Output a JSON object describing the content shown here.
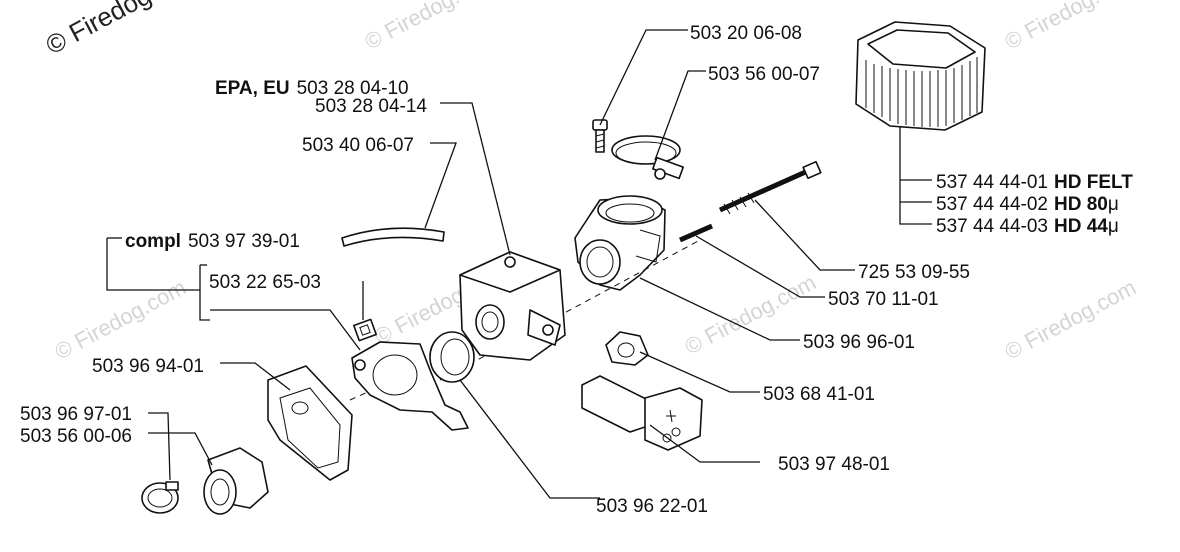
{
  "watermarks": {
    "main": "© Firedog",
    "faint": "© Firedog.com"
  },
  "labels": {
    "epa_prefix": "EPA, EU",
    "carb_a": "503 28 04-10",
    "carb_b": "503 28 04-14",
    "hose": "503 40 06-07",
    "compl_prefix": "compl",
    "compl_num": "503 97 39-01",
    "gasket": "503 22 65-03",
    "bracket": "503 96 94-01",
    "clamp_a": "503 96 97-01",
    "clamp_b": "503 56 00-06",
    "screw": "503 20 06-08",
    "band_clamp": "503 56 00-07",
    "filter_1_num": "537 44 44-01",
    "filter_1_type": "HD FELT",
    "filter_2_num": "537 44 44-02",
    "filter_2_type": "HD 80",
    "filter_3_num": "537 44 44-03",
    "filter_3_type": "HD 44",
    "micron": "μ",
    "long_bolt": "725 53 09-55",
    "rod": "503 70 11-01",
    "adapter": "503 96 96-01",
    "lever": "503 68 41-01",
    "choke": "503 97 48-01",
    "ring": "503 96 22-01"
  }
}
